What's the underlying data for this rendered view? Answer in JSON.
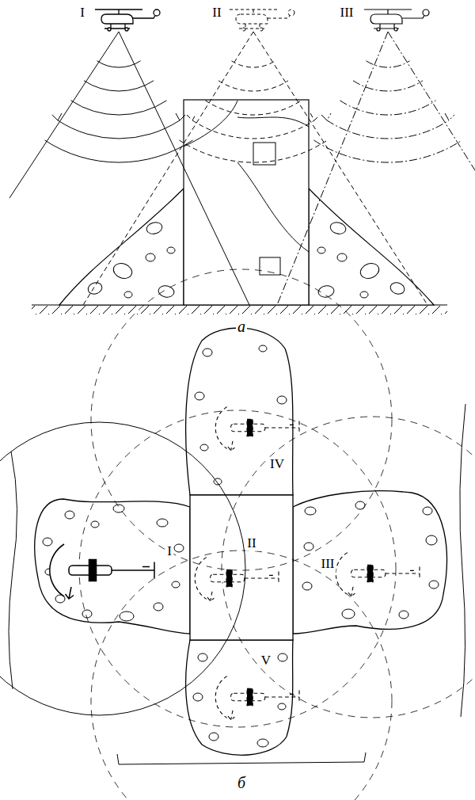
{
  "diagram": {
    "labels": [
      "I",
      "II",
      "III",
      "а",
      "I",
      "II",
      "III",
      "IV",
      "V",
      "б"
    ]
  }
}
